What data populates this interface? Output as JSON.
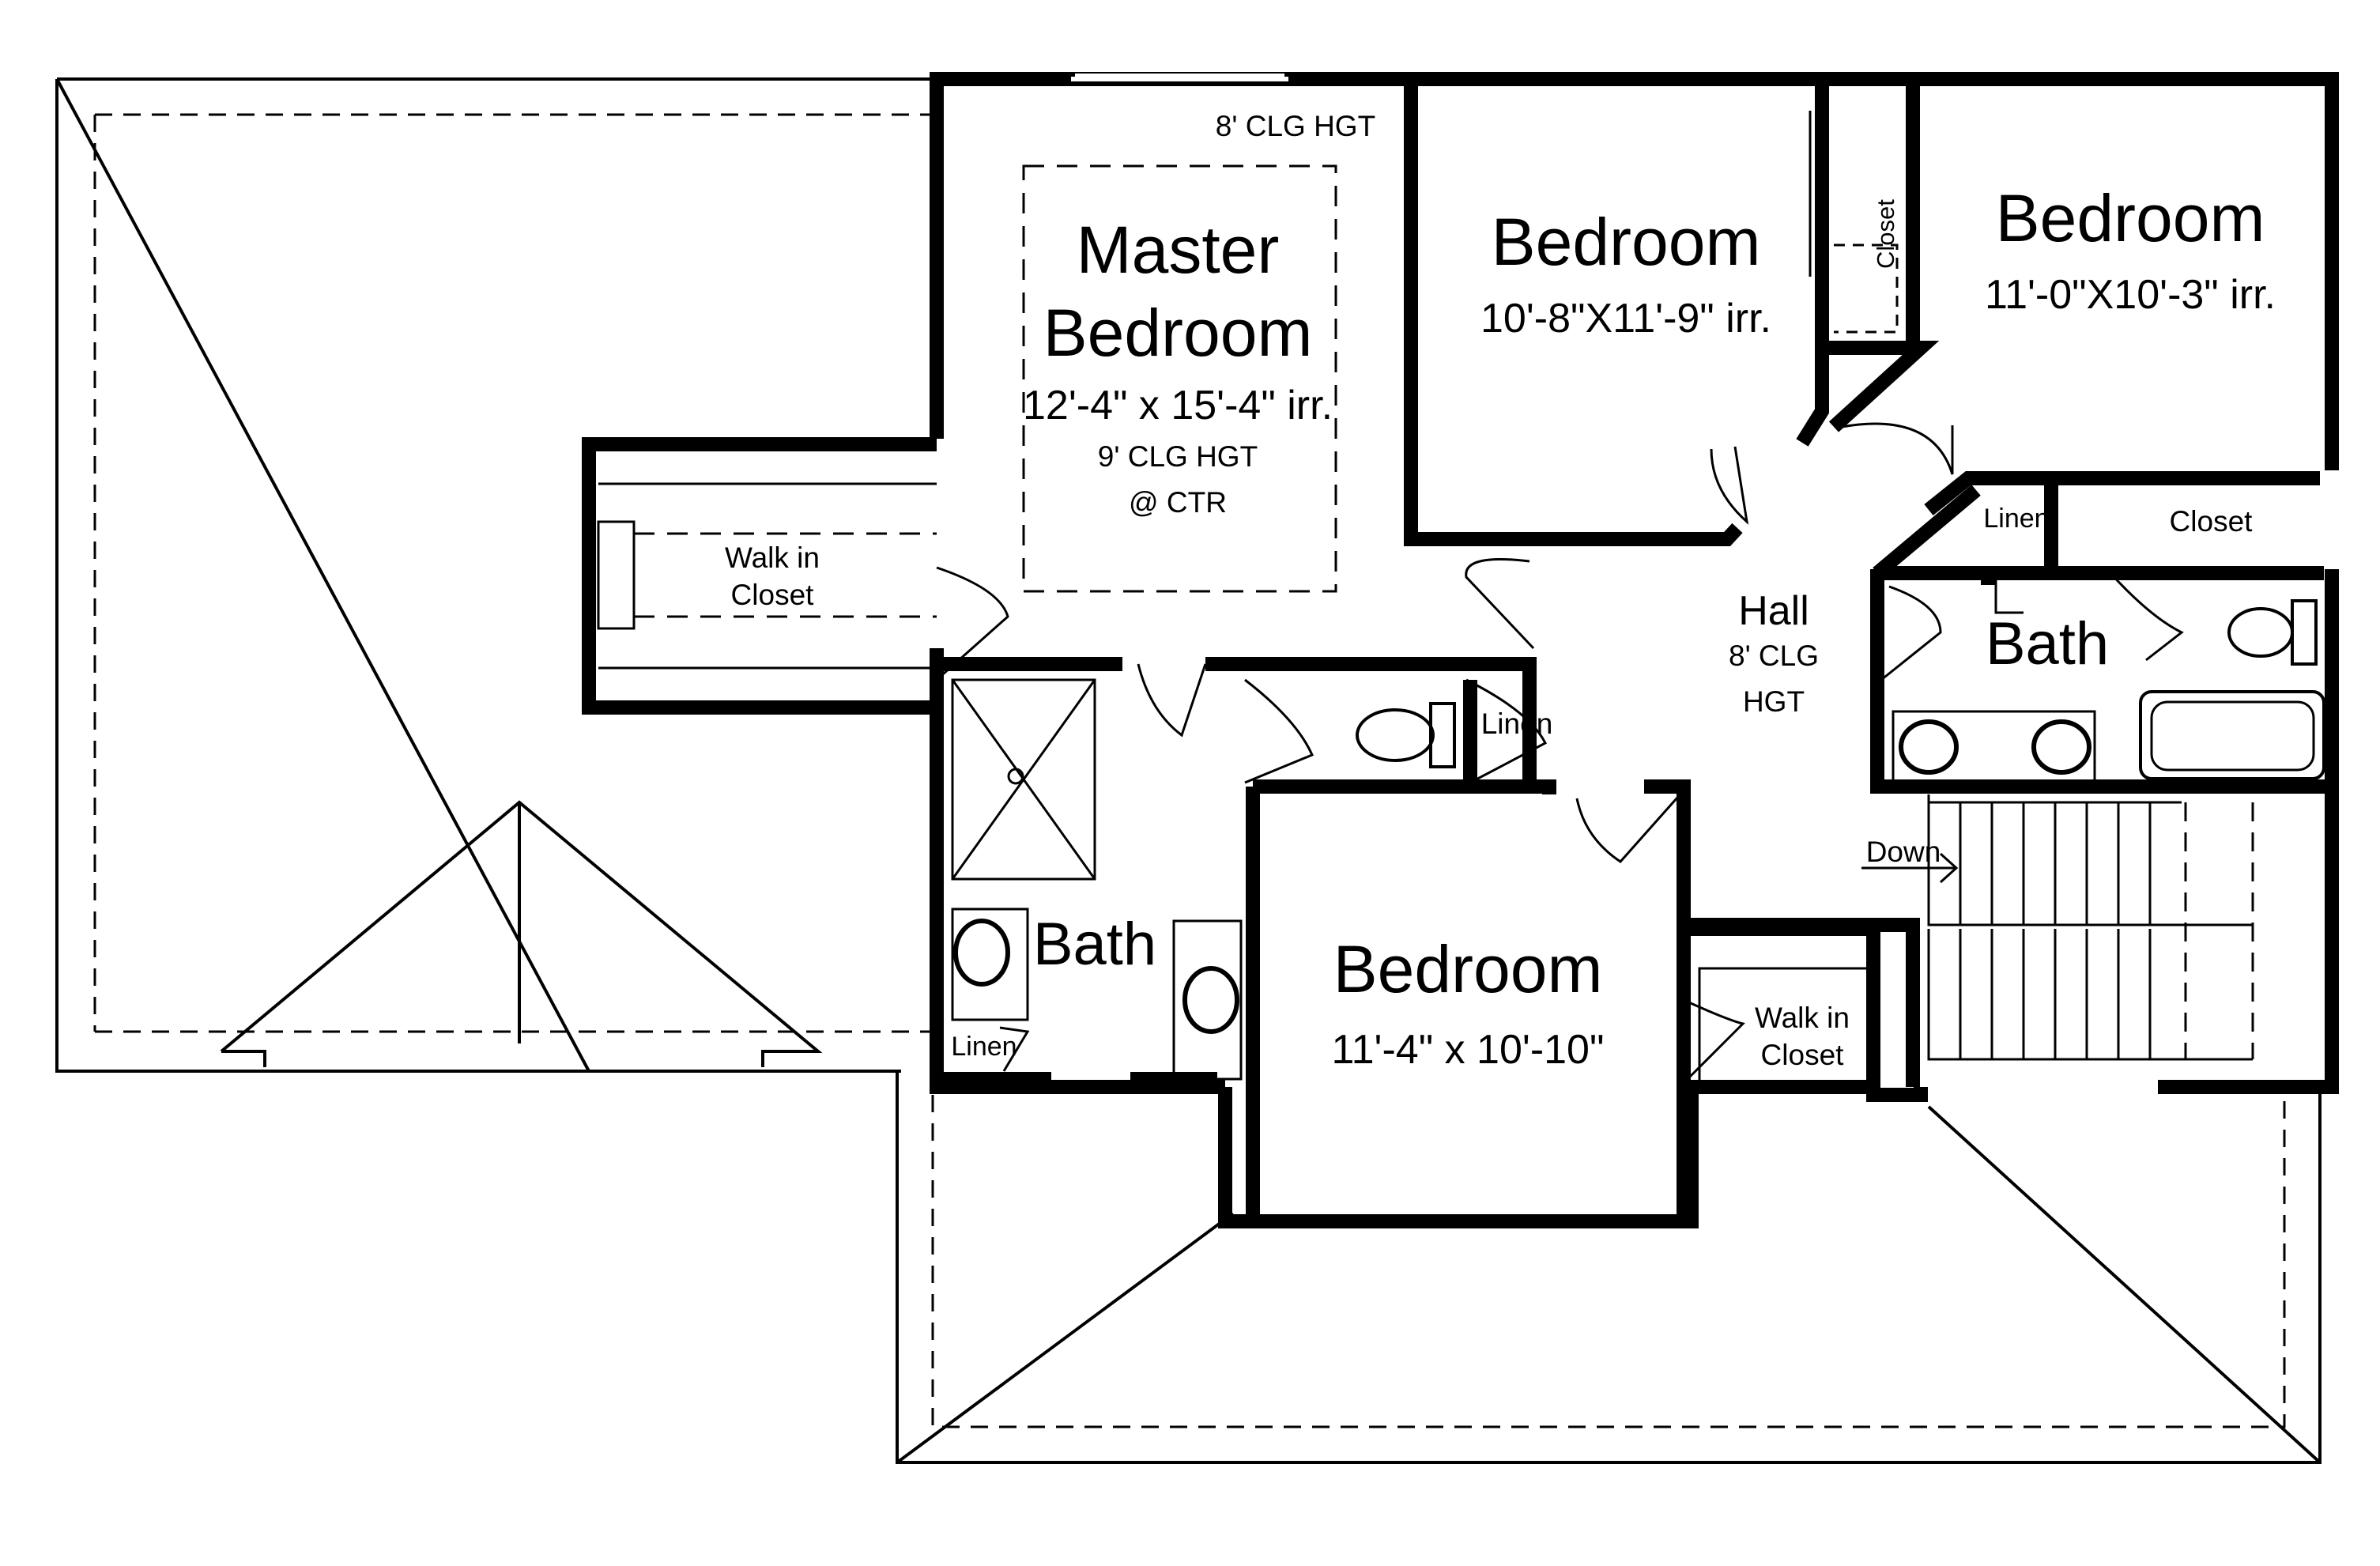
{
  "plan": {
    "master": {
      "title_1": "Master",
      "title_2": "Bedroom",
      "size": "12'-4\" x 15'-4\" irr.",
      "ceiling_1": "9' CLG HGT",
      "ceiling_2": "@ CTR",
      "top_ceiling": "8' CLG HGT"
    },
    "bedroom_2": {
      "title": "Bedroom",
      "size": "10'-8\"X11'-9\" irr."
    },
    "bedroom_3": {
      "title": "Bedroom",
      "size": "11'-0\"X10'-3\" irr."
    },
    "bedroom_4": {
      "title": "Bedroom",
      "size": "11'-4\" x 10'-10\""
    },
    "closet_vertical": "Closet",
    "closet_right": "Closet",
    "linen_right": "Linen",
    "linen_mid": "Linen",
    "linen_left": "Linen",
    "walk_in_left_1": "Walk in",
    "walk_in_left_2": "Closet",
    "walk_in_right_1": "Walk in",
    "walk_in_right_2": "Closet",
    "hall": {
      "title": "Hall",
      "ceiling_1": "8' CLG",
      "ceiling_2": "HGT"
    },
    "bath_left": "Bath",
    "bath_right": "Bath",
    "stairs": "Down"
  }
}
